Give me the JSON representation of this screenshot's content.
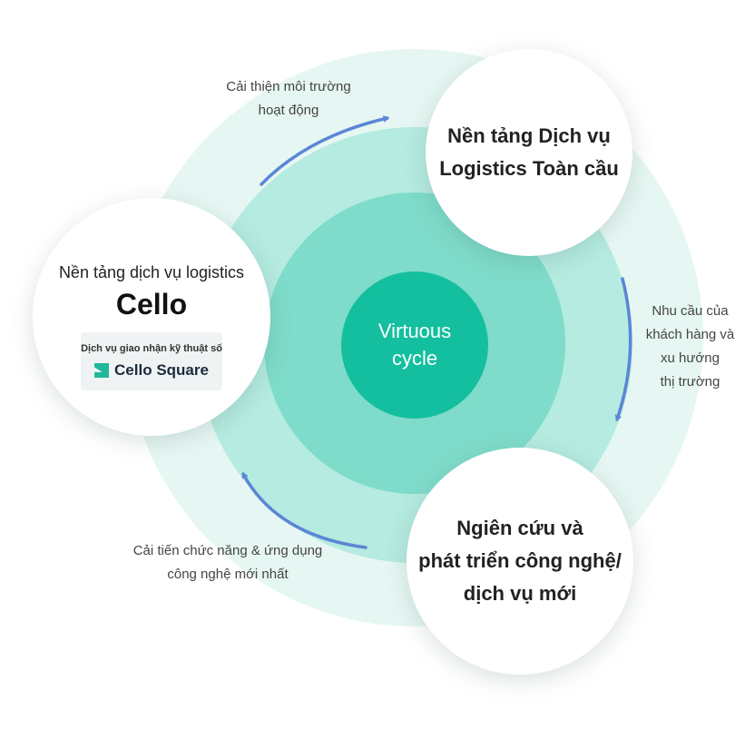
{
  "center": {
    "line1": "Virtuous",
    "line2": "cycle"
  },
  "nodes": {
    "top": {
      "line1": "Nền tảng Dịch vụ",
      "line2": "Logistics Toàn cầu"
    },
    "left": {
      "subtitle": "Nền tảng dịch vụ logistics",
      "brand": "Cello",
      "badge_caption": "Dịch vụ giao nhận kỹ thuật số",
      "logo_text": "Cello Square"
    },
    "bottom": {
      "line1": "Ngiên cứu và",
      "line2": "phát triển công nghệ/",
      "line3": "dịch vụ mới"
    }
  },
  "captions": {
    "top": {
      "line1": "Cải thiện môi trường",
      "line2": "hoạt động"
    },
    "right": {
      "line1": "Nhu cầu của",
      "line2": "khách hàng và",
      "line3": "xu hướng",
      "line4": "thị trường"
    },
    "bottom": {
      "line1": "Cải tiến chức năng & ứng dụng",
      "line2": "công nghệ mới nhất"
    }
  },
  "colors": {
    "outer_ring": "#e6f7f3",
    "ring_2": "#b5ebe0",
    "ring_3": "#7fdcca",
    "core": "#14bf9f",
    "arrow": "#5b86d6",
    "logo": "#1fb89a"
  },
  "icons": {
    "logo": "cello-square-logo-icon",
    "arrow": "cycle-arrow-icon"
  }
}
